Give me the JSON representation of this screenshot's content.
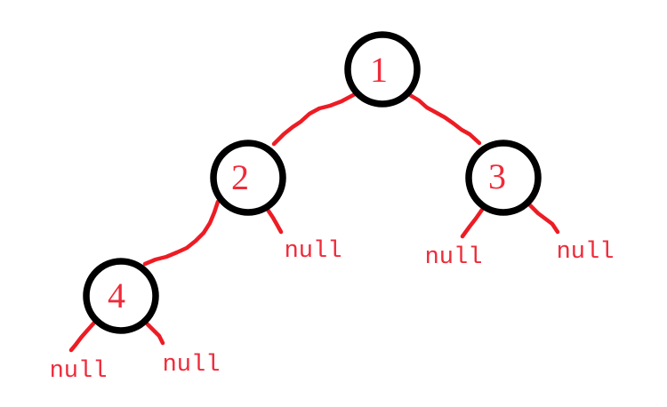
{
  "diagram": {
    "type": "binary-tree",
    "background": "#ffffff",
    "colors": {
      "edge": "#ed1c24",
      "node_stroke": "#000000",
      "label_text": "#ee2b3a"
    },
    "nodes": [
      {
        "label": "1",
        "parent": null
      },
      {
        "label": "2",
        "parent": "1",
        "side": "left"
      },
      {
        "label": "3",
        "parent": "1",
        "side": "right"
      },
      {
        "label": "4",
        "parent": "2",
        "side": "left"
      }
    ],
    "null_labels": [
      {
        "text": "null",
        "parent": "2",
        "side": "right"
      },
      {
        "text": "null",
        "parent": "3",
        "side": "left"
      },
      {
        "text": "null",
        "parent": "3",
        "side": "right"
      },
      {
        "text": "null",
        "parent": "4",
        "side": "left"
      },
      {
        "text": "null",
        "parent": "4",
        "side": "right"
      }
    ]
  }
}
